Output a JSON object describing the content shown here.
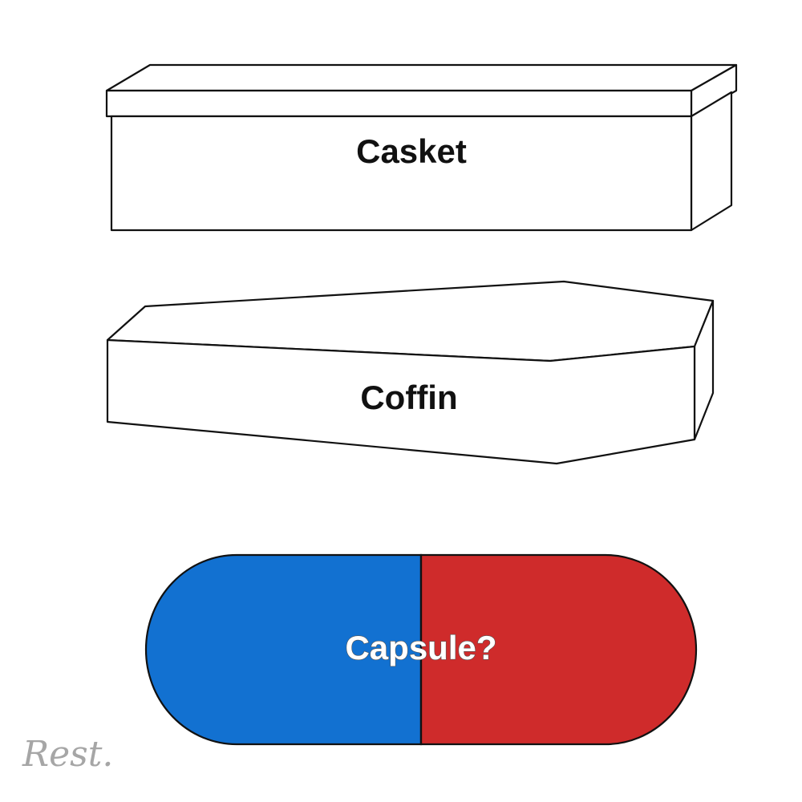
{
  "casket": {
    "label": "Casket"
  },
  "coffin": {
    "label": "Coffin"
  },
  "capsule": {
    "label": "Capsule?",
    "left_color": "#1271D1",
    "right_color": "#CF2B2B"
  },
  "logo": {
    "text": "Rest."
  }
}
